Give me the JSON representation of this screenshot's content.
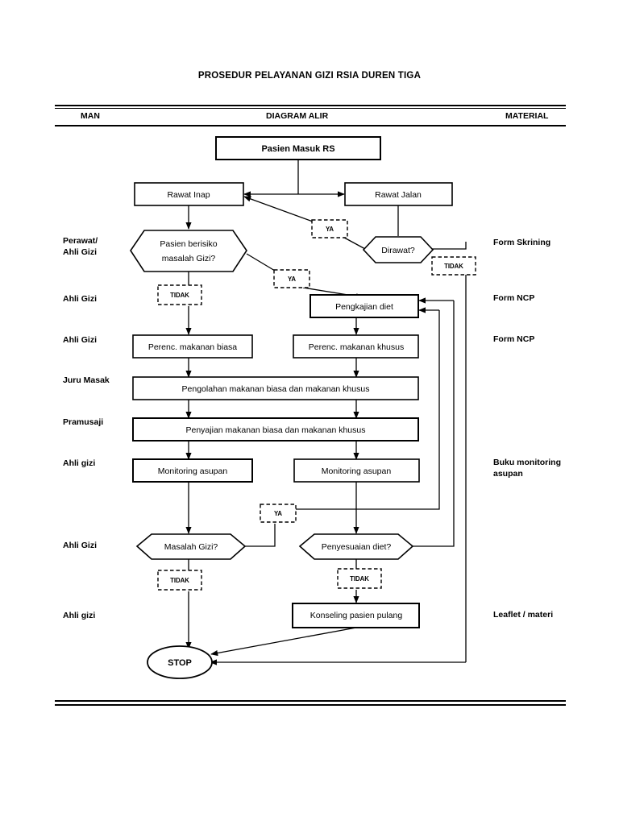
{
  "document": {
    "title": "PROSEDUR PELAYANAN GIZI RSIA DUREN TIGA"
  },
  "columns": {
    "man": "MAN",
    "diagram": "DIAGRAM ALIR",
    "material": "MATERIAL"
  },
  "man_labels": [
    {
      "id": "man-perawat-ahli-gizi",
      "text": "Perawat/\nAhli Gizi"
    },
    {
      "id": "man-ahli-gizi-1",
      "text": "Ahli Gizi"
    },
    {
      "id": "man-ahli-gizi-2",
      "text": "Ahli Gizi"
    },
    {
      "id": "man-juru-masak",
      "text": "Juru Masak"
    },
    {
      "id": "man-pramusaji",
      "text": "Pramusaji"
    },
    {
      "id": "man-ahli-gizi-3",
      "text": "Ahli gizi"
    },
    {
      "id": "man-ahli-gizi-4",
      "text": "Ahli Gizi"
    },
    {
      "id": "man-ahli-gizi-5",
      "text": "Ahli gizi"
    }
  ],
  "material_labels": [
    {
      "id": "material-form-skrining",
      "text": "Form Skrining"
    },
    {
      "id": "material-form-ncp-1",
      "text": "Form NCP"
    },
    {
      "id": "material-form-ncp-2",
      "text": "Form NCP"
    },
    {
      "id": "material-buku-monitoring",
      "text": "Buku monitoring\nasupan"
    },
    {
      "id": "material-leaflet",
      "text": "Leaflet / materi"
    }
  ],
  "chart_data": {
    "type": "diagram",
    "subtype": "flowchart",
    "title": "PROSEDUR PELAYANAN GIZI RSIA DUREN TIGA",
    "nodes": [
      {
        "id": "pasien-masuk-rs",
        "shape": "process",
        "label": "Pasien Masuk RS"
      },
      {
        "id": "rawat-inap",
        "shape": "process",
        "label": "Rawat Inap"
      },
      {
        "id": "rawat-jalan",
        "shape": "process",
        "label": "Rawat Jalan"
      },
      {
        "id": "pasien-berisiko",
        "shape": "decision",
        "label": "Pasien berisiko masalah Gizi?"
      },
      {
        "id": "dirawat",
        "shape": "decision",
        "label": "Dirawat?"
      },
      {
        "id": "pengkajian-diet",
        "shape": "process",
        "label": "Pengkajian diet"
      },
      {
        "id": "perenc-makanan-biasa",
        "shape": "process",
        "label": "Perenc. makanan biasa"
      },
      {
        "id": "perenc-makanan-khusus",
        "shape": "process",
        "label": "Perenc. makanan khusus"
      },
      {
        "id": "pengolahan-makanan",
        "shape": "process",
        "label": "Pengolahan makanan biasa dan makanan khusus"
      },
      {
        "id": "penyajian-makanan",
        "shape": "process",
        "label": "Penyajian makanan biasa dan makanan khusus"
      },
      {
        "id": "monitoring-asupan-kiri",
        "shape": "process",
        "label": "Monitoring asupan"
      },
      {
        "id": "monitoring-asupan-kanan",
        "shape": "process",
        "label": "Monitoring asupan"
      },
      {
        "id": "masalah-gizi",
        "shape": "decision",
        "label": "Masalah Gizi?"
      },
      {
        "id": "penyesuaian-diet",
        "shape": "decision",
        "label": "Penyesuaian diet?"
      },
      {
        "id": "konseling-pasien-pulang",
        "shape": "process",
        "label": "Konseling pasien pulang"
      },
      {
        "id": "stop",
        "shape": "terminal",
        "label": "STOP"
      }
    ],
    "edge_labels": [
      {
        "id": "tag-ya-dirawat",
        "text": "YA",
        "from": "dirawat",
        "to": "rawat-inap"
      },
      {
        "id": "tag-tidak-dirawat",
        "text": "TIDAK",
        "from": "dirawat",
        "to": "stop"
      },
      {
        "id": "tag-tidak-berisiko",
        "text": "TIDAK",
        "from": "pasien-berisiko",
        "to": "perenc-makanan-biasa"
      },
      {
        "id": "tag-ya-berisiko",
        "text": "YA",
        "from": "pasien-berisiko",
        "to": "pengkajian-diet"
      },
      {
        "id": "tag-ya-masalah-gizi",
        "text": "YA",
        "from": "masalah-gizi",
        "to": "pengkajian-diet"
      },
      {
        "id": "tag-tidak-masalah-gizi",
        "text": "TIDAK",
        "from": "masalah-gizi",
        "to": "stop"
      },
      {
        "id": "tag-tidak-penyesuaian",
        "text": "TIDAK",
        "from": "penyesuaian-diet",
        "to": "konseling-pasien-pulang"
      }
    ]
  },
  "colors": {
    "stroke": "#000000",
    "fill": "#ffffff",
    "text": "#000000"
  }
}
